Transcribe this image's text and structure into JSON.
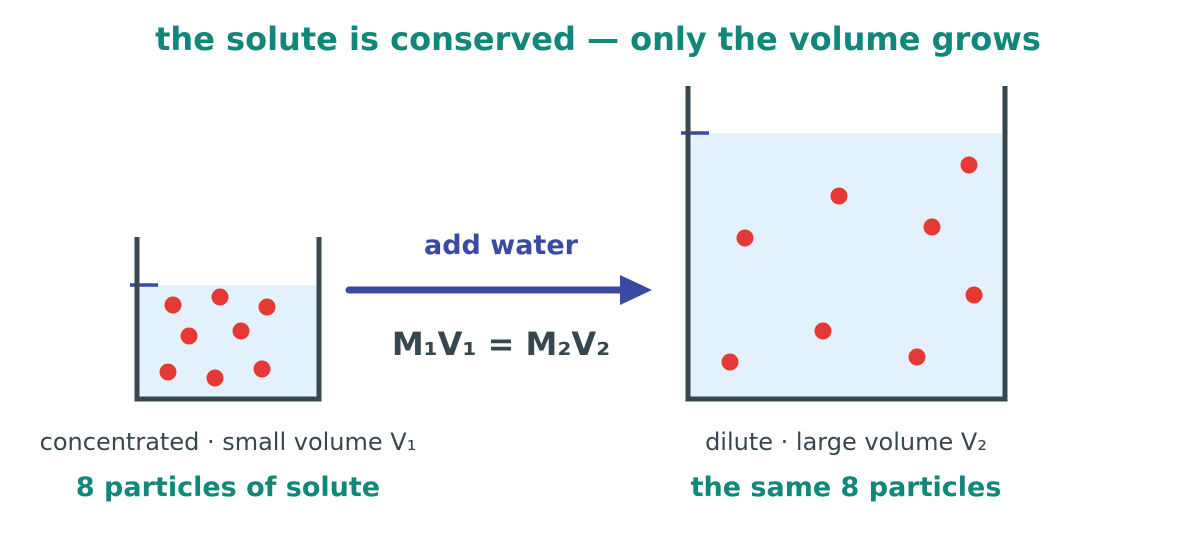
{
  "title": "the solute is conserved — only the volume grows",
  "process": {
    "label": "add water",
    "equation": "M₁V₁ = M₂V₂"
  },
  "beakers": {
    "concentrated": {
      "caption": "concentrated · small volume V₁",
      "particle_caption": "8 particles of solute",
      "particle_count": 8
    },
    "dilute": {
      "caption": "dilute · large volume V₂",
      "particle_caption": "the same 8 particles",
      "particle_count": 8
    }
  },
  "colors": {
    "title": "#11877a",
    "text": "#37474f",
    "accent": "#3a49a3",
    "water": "#e3f1fc",
    "particle": "#e53935"
  }
}
